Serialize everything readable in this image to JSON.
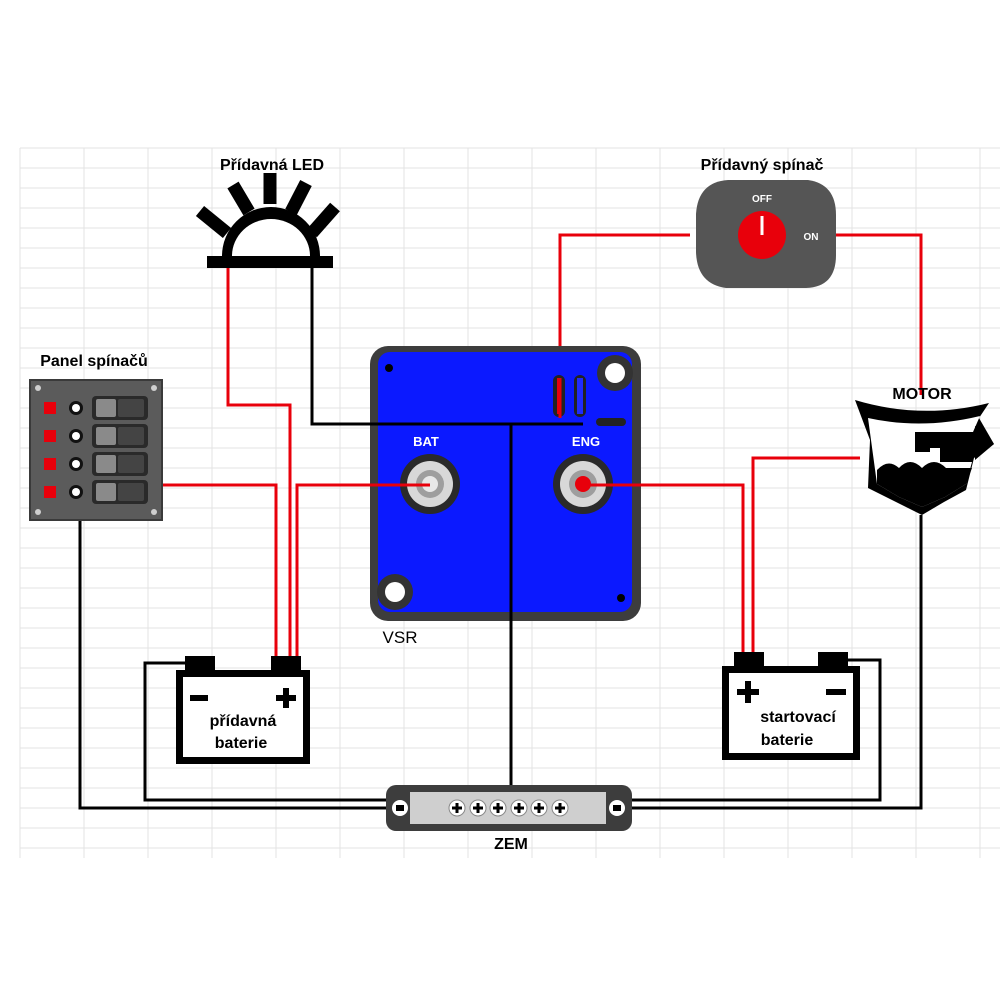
{
  "labels": {
    "led": "Přídavná LED",
    "aux_switch": "Přídavný spínač",
    "switch_off": "OFF",
    "switch_on": "ON",
    "panel": "Panel spínačů",
    "motor": "MOTOR",
    "bat_terminal": "BAT",
    "eng_terminal": "ENG",
    "vsr": "VSR",
    "aux_battery_line1": "přídavná",
    "aux_battery_line2": "baterie",
    "start_battery_line1": "startovací",
    "start_battery_line2": "baterie",
    "ground": "ZEM"
  },
  "colors": {
    "positive_wire": "#e8000b",
    "ground_wire": "#000000",
    "vsr_body": "#0b19ff",
    "switch_knob": "#e8000b",
    "panel_body": "#5b5b5b"
  }
}
